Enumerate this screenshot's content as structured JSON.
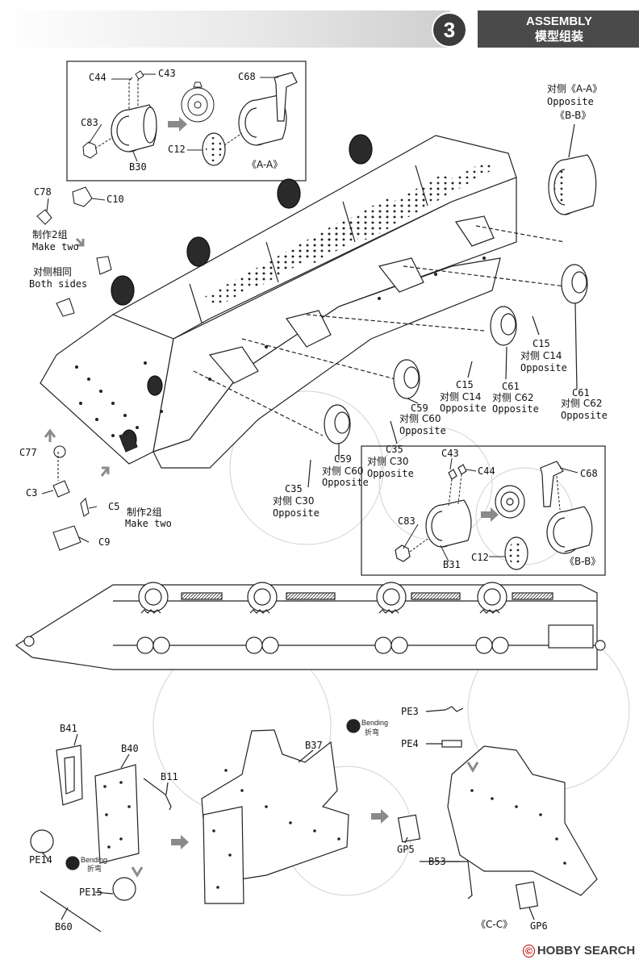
{
  "header": {
    "step_number": "3",
    "title": "ASSEMBLY",
    "subtitle": "模型组装"
  },
  "inset_a": {
    "labels": [
      "C44",
      "C43",
      "C68",
      "C83",
      "C12",
      "B30"
    ],
    "caption": "《A-A》"
  },
  "inset_b": {
    "labels": [
      "C43",
      "C44",
      "C68",
      "C83",
      "C12",
      "B31"
    ],
    "caption": "《B-B》"
  },
  "callouts": {
    "opposite_ab": {
      "zh": "对侧《A-A》",
      "en": "Opposite",
      "ref": "《B-B》"
    },
    "c78": "C78",
    "c10": "C10",
    "make_two_1": {
      "zh": "制作2组",
      "en": "Make two"
    },
    "both_sides": {
      "zh": "对侧相同",
      "en": "Both sides"
    },
    "c77": "C77",
    "c3": "C3",
    "c5": "C5",
    "c9": "C9",
    "make_two_2": {
      "zh": "制作2组",
      "en": "Make two"
    },
    "pair_1": {
      "part": "C15",
      "zh": "对侧 C14",
      "en": "Opposite"
    },
    "pair_2": {
      "part": "C15",
      "zh": "对侧 C14",
      "en": "Opposite"
    },
    "pair_3": {
      "part": "C61",
      "zh": "对侧 C62",
      "en": "Opposite"
    },
    "pair_4": {
      "part": "C61",
      "zh": "对侧 C62",
      "en": "Opposite"
    },
    "pair_5": {
      "part": "C59",
      "zh": "对侧 C60",
      "en": "Opposite"
    },
    "pair_6": {
      "part": "C35",
      "zh": "对侧 C30",
      "en": "Opposite"
    },
    "pair_7": {
      "part": "C59",
      "zh": "对侧 C60",
      "en": "Opposite"
    },
    "pair_8": {
      "part": "C35",
      "zh": "对侧 C30",
      "en": "Opposite"
    }
  },
  "lower": {
    "labels": [
      "B41",
      "B40",
      "B11",
      "B37",
      "PE3",
      "PE4",
      "GP5",
      "B53",
      "GP6",
      "PE14",
      "PE15",
      "B60"
    ],
    "bending": {
      "en": "Bending",
      "zh": "折弯"
    },
    "caption_cc": "《C-C》"
  },
  "footer": {
    "logo": "HOBBY SEARCH"
  },
  "colors": {
    "header_dark": "#4a4a4a",
    "step_circle": "#3c3c3c",
    "arrow_gray": "#8a8a8a",
    "line": "#1a1a1a"
  }
}
